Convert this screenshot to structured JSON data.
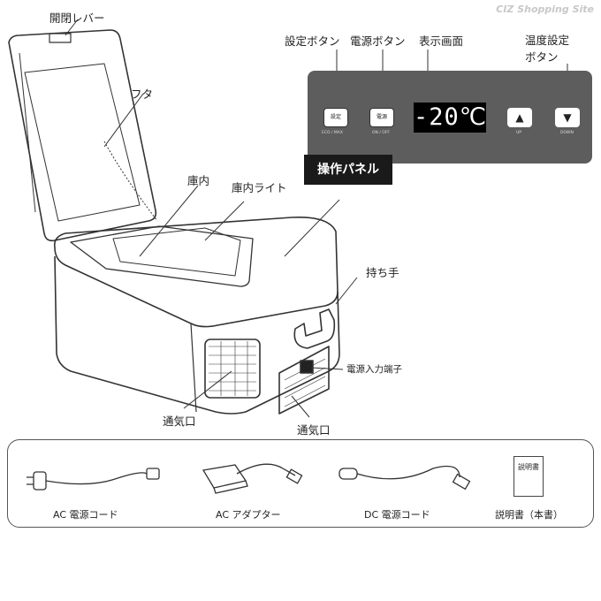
{
  "watermark": "CIZ Shopping Site",
  "labels": {
    "lid_lever": "開閉レバー",
    "lid": "フタ",
    "interior": "庫内",
    "interior_light": "庫内ライト",
    "settings_button": "設定ボタン",
    "power_button": "電源ボタン",
    "display_screen": "表示画面",
    "temp_buttons": "温度設定\nボタン",
    "handle": "持ち手",
    "power_input": "電源入力端子",
    "vent_front": "通気口",
    "vent_side": "通気口",
    "control_panel_tag": "操作パネル"
  },
  "panel": {
    "settings_btn": "設定",
    "settings_sub": "ECO / MAX",
    "power_btn": "電源",
    "power_sub": "ON / OFF",
    "display_value": "-20℃",
    "up_btn_sub": "UP",
    "down_btn_sub": "DOWN"
  },
  "accessories": [
    {
      "label": "AC 電源コード",
      "icon": "ac-power-cord-icon"
    },
    {
      "label": "AC アダプター",
      "icon": "ac-adapter-icon"
    },
    {
      "label": "DC 電源コード",
      "icon": "dc-power-cord-icon"
    },
    {
      "label": "説明書（本書）",
      "icon": "manual-icon"
    }
  ],
  "manual_cover": "説明書"
}
